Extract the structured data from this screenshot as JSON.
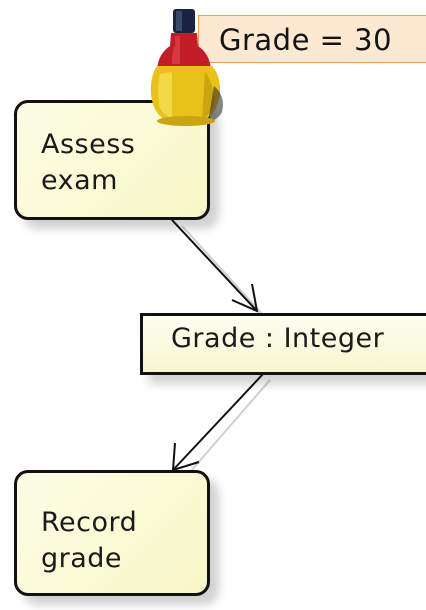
{
  "note": {
    "text": "Grade = 30"
  },
  "actions": {
    "assess": "Assess\nexam",
    "record": "Record\ngrade"
  },
  "object_node": {
    "label": "Grade : Integer"
  },
  "icons": {
    "token": "bottle-token-icon"
  }
}
